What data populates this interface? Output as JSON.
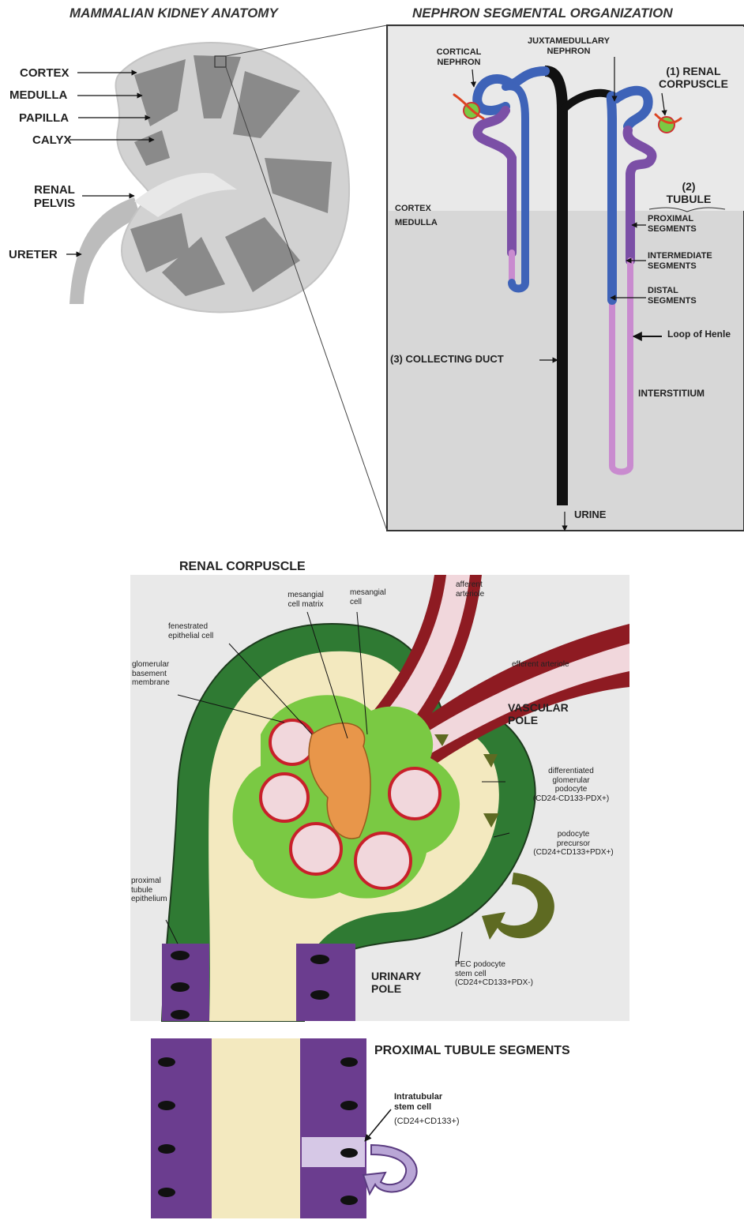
{
  "headers": {
    "kidney_anatomy": "MAMMALIAN KIDNEY ANATOMY",
    "nephron_organization": "NEPHRON SEGMENTAL ORGANIZATION"
  },
  "kidney_labels": {
    "cortex": "CORTEX",
    "medulla": "MEDULLA",
    "papilla": "PAPILLA",
    "calyx": "CALYX",
    "renal_pelvis": "RENAL\nPELVIS",
    "ureter": "URETER"
  },
  "nephron_labels": {
    "cortical_nephron": "CORTICAL\nNEPHRON",
    "juxtamedullary_nephron": "JUXTAMEDULLARY\nNEPHRON",
    "renal_corpuscle": "(1) RENAL\nCORPUSCLE",
    "tubule": "(2)\nTUBULE",
    "cortex": "CORTEX",
    "medulla": "MEDULLA",
    "proximal_segments": "PROXIMAL\nSEGMENTS",
    "intermediate_segments": "INTERMEDIATE\nSEGMENTS",
    "distal_segments": "DISTAL\nSEGMENTS",
    "loop_of_henle": "Loop of Henle",
    "collecting_duct": "(3) COLLECTING DUCT",
    "interstitium": "INTERSTITIUM",
    "urine": "URINE"
  },
  "corpuscle": {
    "title": "RENAL CORPUSCLE",
    "afferent_arteriole": "afferent\narteriole",
    "efferent_arteriole": "efferent arteriole",
    "mesangial_cell_matrix": "mesangial\ncell matrix",
    "mesangial_cell": "mesangial\ncell",
    "fenestrated_epithelial_cell": "fenestrated\nepithelial cell",
    "glomerular_basement_membrane": "glomerular\nbasement\nmembrane",
    "vascular_pole": "VASCULAR\nPOLE",
    "differentiated_podocyte": "differentiated\nglomerular\npodocyte\n(CD24-CD133-PDX+)",
    "podocyte_precursor": "podocyte\nprecursor\n(CD24+CD133+PDX+)",
    "proximal_tubule_epithelium": "proximal\ntubule\nepithelium",
    "urinary_pole": "URINARY\nPOLE",
    "pec_stem_cell": "PEC podocyte\nstem cell\n(CD24+CD133+PDX-)"
  },
  "proximal_tubule": {
    "title": "PROXIMAL TUBULE SEGMENTS",
    "stem_cell_name": "Intratubular\nstem cell",
    "stem_cell_markers": "(CD24+CD133+)"
  },
  "colors": {
    "cortex_gray": "#d2d2d2",
    "medulla_gray": "#8a8a8a",
    "blue_segment": "#3e63b8",
    "purple_segment": "#7b4fa6",
    "pink_segment": "#c98bcf",
    "collecting_duct": "#111111",
    "arteriole_red": "#8e1b22",
    "podocyte_green": "#7ac943",
    "mesangial_orange": "#e8964a",
    "tubule_purple": "#6b3d8f"
  }
}
